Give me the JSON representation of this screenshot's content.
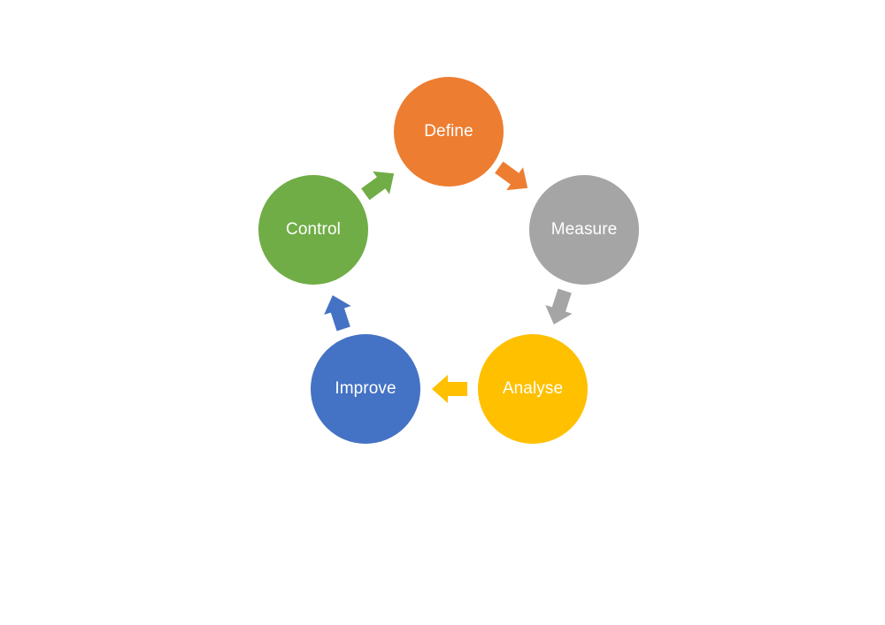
{
  "steps": [
    {
      "label": "Define",
      "color": "#ED7D31"
    },
    {
      "label": "Measure",
      "color": "#A5A5A5"
    },
    {
      "label": "Analyse",
      "color": "#FFC000"
    },
    {
      "label": "Improve",
      "color": "#4472C4"
    },
    {
      "label": "Control",
      "color": "#70AD47"
    }
  ],
  "arrows": [
    {
      "from": "Define",
      "to": "Measure",
      "color": "#ED7D31"
    },
    {
      "from": "Measure",
      "to": "Analyse",
      "color": "#A5A5A5"
    },
    {
      "from": "Analyse",
      "to": "Improve",
      "color": "#FFC000"
    },
    {
      "from": "Improve",
      "to": "Control",
      "color": "#4472C4"
    },
    {
      "from": "Control",
      "to": "Define",
      "color": "#70AD47"
    }
  ]
}
